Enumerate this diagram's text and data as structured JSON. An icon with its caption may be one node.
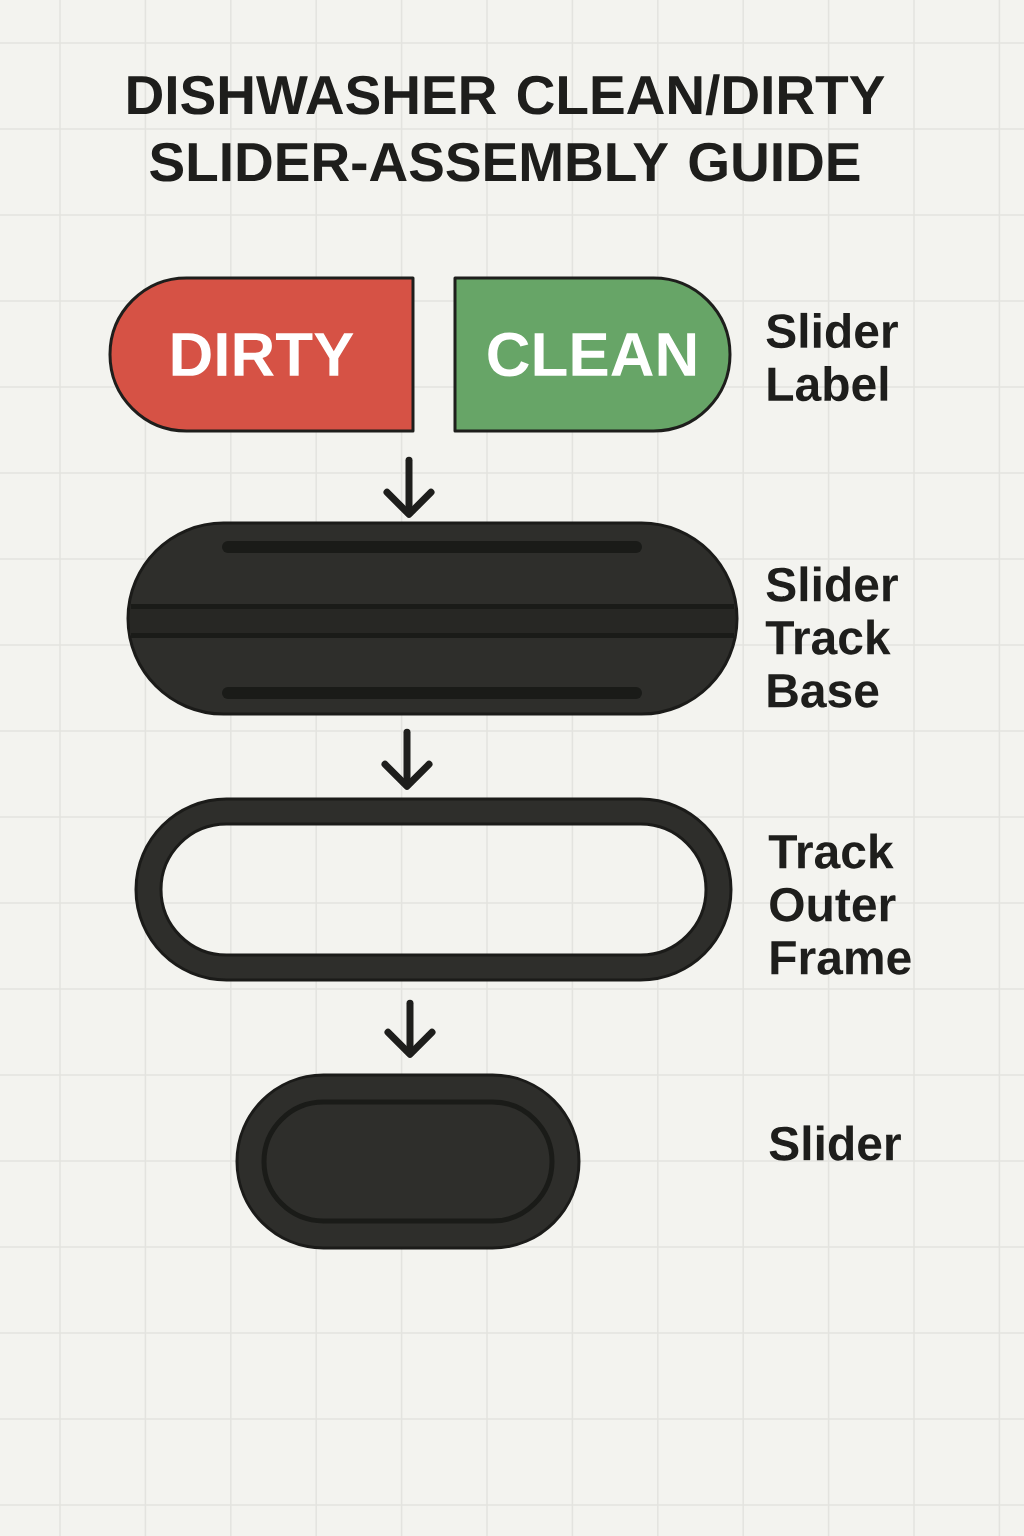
{
  "diagram": {
    "title": "DISHWASHER CLEAN/DIRTY SLIDER-ASSEMBLY GUIDE",
    "nodes": [
      {
        "text": [
          "DIRTY"
        ]
      },
      {
        "text": [
          "CLEAN"
        ],
        "beside": [
          "Slider Label"
        ]
      },
      {
        "text": [],
        "shape": "picture",
        "beside": [
          "Slider Track Base"
        ]
      },
      {
        "text": [],
        "shape": "picture",
        "beside": [
          "Track Outer Frame"
        ]
      },
      {
        "text": [],
        "shape": "picture",
        "beside": [
          "Slider"
        ]
      }
    ],
    "edges": [
      {
        "from": 0,
        "to": 2,
        "arrow": "to"
      },
      {
        "from": 2,
        "to": 3,
        "arrow": "to"
      },
      {
        "from": 3,
        "to": 4,
        "arrow": "to"
      }
    ]
  }
}
